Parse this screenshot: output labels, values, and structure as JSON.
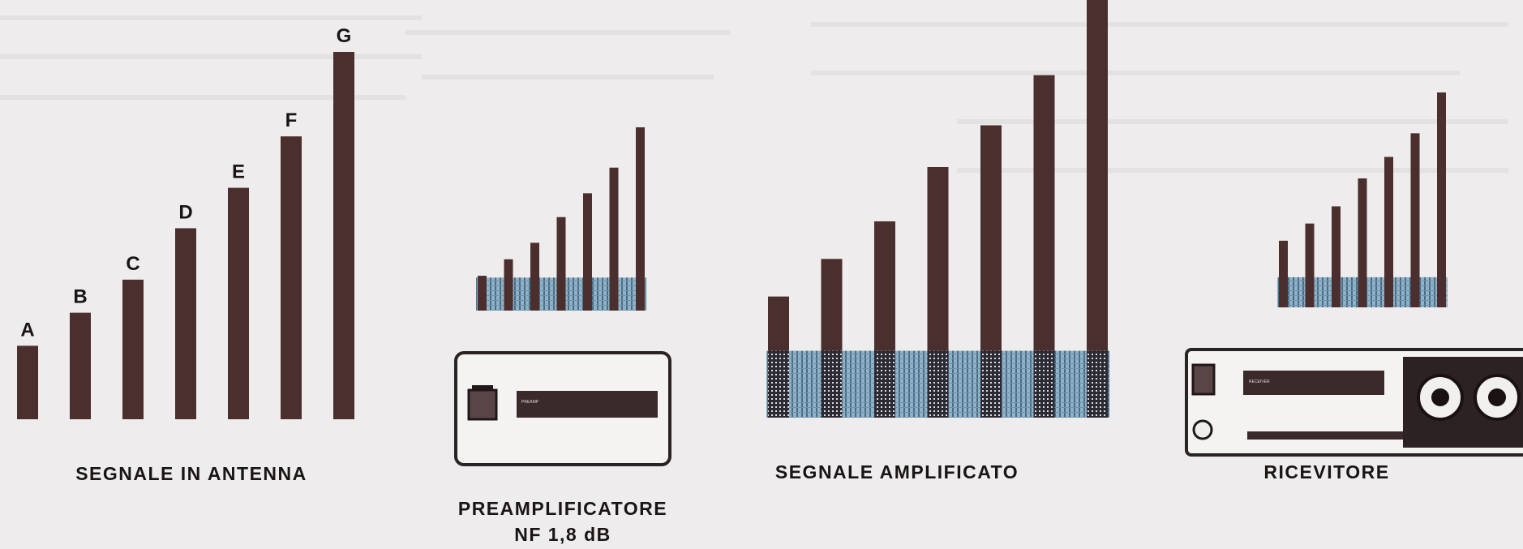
{
  "antenna_signal": {
    "caption": "SEGNALE IN ANTENNA",
    "bars": [
      {
        "label": "A",
        "level": 0.2
      },
      {
        "label": "B",
        "level": 0.29
      },
      {
        "label": "C",
        "level": 0.38
      },
      {
        "label": "D",
        "level": 0.52
      },
      {
        "label": "E",
        "level": 0.63
      },
      {
        "label": "F",
        "level": 0.77
      },
      {
        "label": "G",
        "level": 1.0
      }
    ]
  },
  "preamplifier": {
    "caption_line1": "PREAMPLIFICATORE",
    "caption_line2": "NF 1,8 dB",
    "bar_levels": [
      0.19,
      0.28,
      0.37,
      0.51,
      0.64,
      0.78,
      1.0
    ],
    "noise_level": 0.18,
    "device_label": "PREAMP"
  },
  "amplified_signal": {
    "caption": "SEGNALE AMPLIFICATO",
    "bar_levels": [
      0.29,
      0.38,
      0.47,
      0.6,
      0.7,
      0.82,
      1.0
    ],
    "noise_level": 0.16
  },
  "receiver": {
    "caption": "RICEVITORE",
    "bar_levels": [
      0.31,
      0.39,
      0.47,
      0.6,
      0.7,
      0.81,
      1.0
    ],
    "noise_level": 0.14,
    "device_label": "RECEIVER"
  },
  "colors": {
    "bar": "#4a2f2e",
    "noise": "#8fb2c8",
    "background": "#eeecec"
  }
}
